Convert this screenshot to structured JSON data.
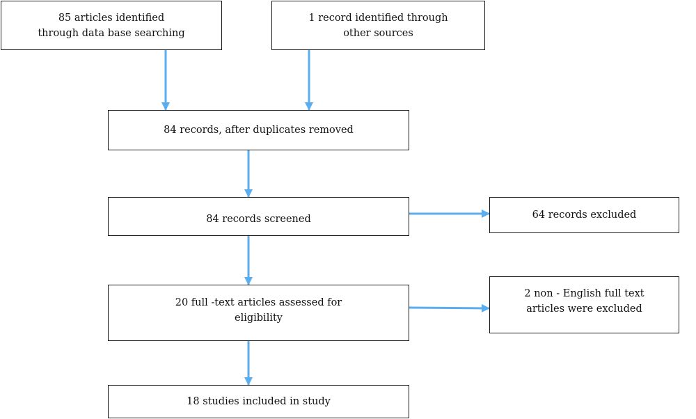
{
  "flow": {
    "identified_db": {
      "line1": "85 articles identified",
      "line2": "through data base searching"
    },
    "identified_other": {
      "line1": "1 record identified through",
      "line2": "other sources"
    },
    "after_duplicates": {
      "label": "84 records, after duplicates removed"
    },
    "screened": {
      "label": "84 records screened"
    },
    "excluded": {
      "label": "64 records excluded"
    },
    "fulltext": {
      "line1": "20 full -text articles assessed for",
      "line2": "eligibility"
    },
    "nonenglish": {
      "line1": "2 non - English full text",
      "line2": "articles were excluded"
    },
    "included": {
      "label": "18 studies included in study"
    }
  },
  "colors": {
    "arrow": "#5aaef0",
    "border": "#1a1a1a"
  }
}
